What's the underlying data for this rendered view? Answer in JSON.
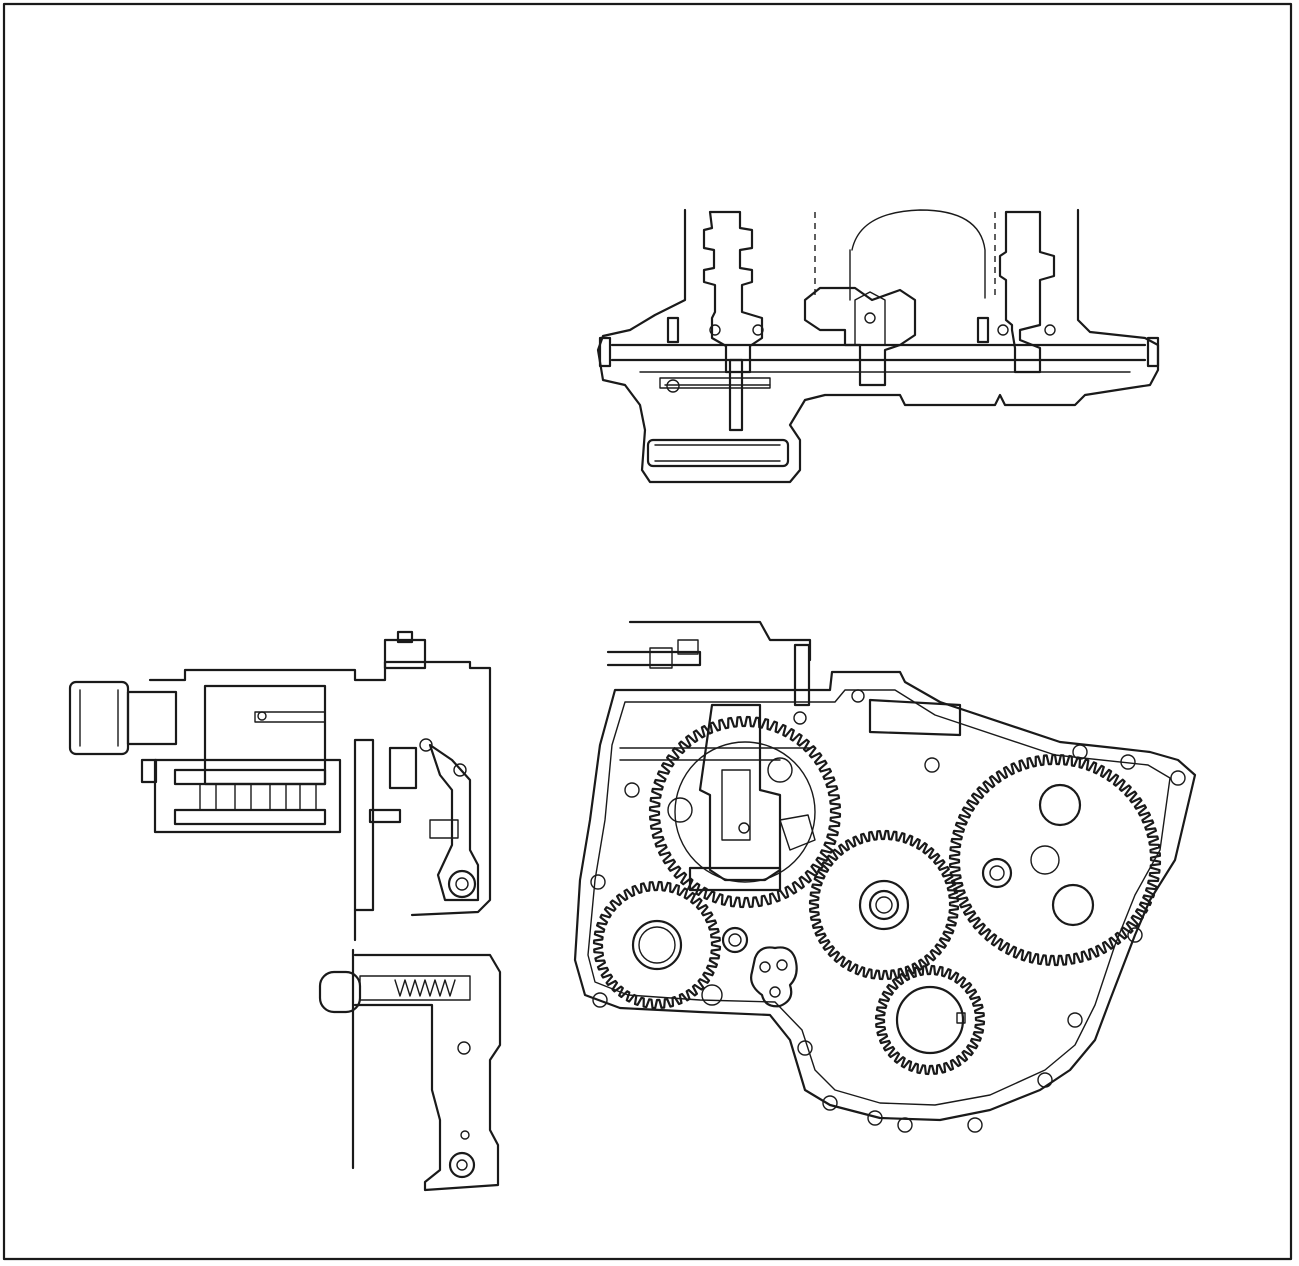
{
  "figure": {
    "background_color": "#ffffff",
    "ink_color": "#1a1a1a",
    "views": [
      {
        "name": "upper-camshaft-cross-section"
      },
      {
        "name": "left-transmission-cross-section"
      },
      {
        "name": "bottom-shift-lever-section"
      },
      {
        "name": "right-gear-train-cover"
      }
    ]
  },
  "gears": [
    {
      "name": "upper-left-gear",
      "teeth": 64
    },
    {
      "name": "lower-left-gear",
      "teeth": 44
    },
    {
      "name": "center-gear",
      "teeth": 56
    },
    {
      "name": "large-right-gear",
      "teeth": 78
    },
    {
      "name": "bottom-small-gear",
      "teeth": 40
    }
  ]
}
